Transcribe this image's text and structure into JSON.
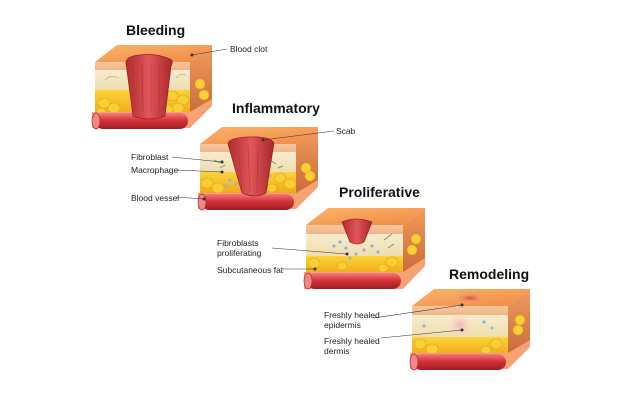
{
  "stages": [
    {
      "title": "Bleeding",
      "labels": {
        "clot": "Blood clot"
      }
    },
    {
      "title": "Inflammatory",
      "labels": {
        "scab": "Scab",
        "fibroblast": "Fibroblast",
        "macrophage": "Macrophage",
        "vessel": "Blood vessel"
      }
    },
    {
      "title": "Proliferative",
      "labels": {
        "fibroblasts_1": "Fibroblasts",
        "fibroblasts_2": "proliferating",
        "fat": "Subcutaneous fat"
      }
    },
    {
      "title": "Remodeling",
      "labels": {
        "epidermis_1": "Freshly healed",
        "epidermis_2": "epidermis",
        "dermis_1": "Freshly healed",
        "dermis_2": "dermis"
      }
    }
  ],
  "colors": {
    "skin_top": "#f6a85a",
    "epidermis": "#f3c49a",
    "dermis": "#f4e8c4",
    "fat": "#f6c126",
    "vessel": "#d8343c",
    "wound": "#cf3a3c",
    "base": "#e58f5c"
  }
}
